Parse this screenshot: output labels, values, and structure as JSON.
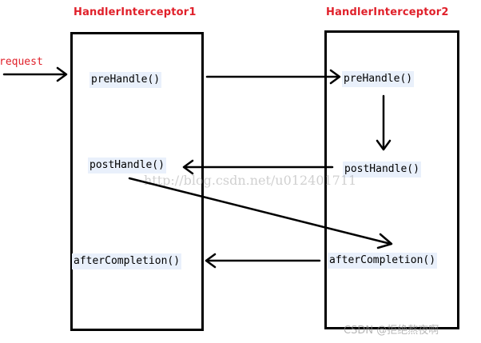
{
  "titles": {
    "left": "HandlerInterceptor1",
    "right": "HandlerInterceptor2"
  },
  "request_label": "request",
  "left_methods": {
    "pre": "preHandle()",
    "post": "postHandle()",
    "after": "afterCompletion()"
  },
  "right_methods": {
    "pre": "preHandle()",
    "post": "postHandle()",
    "after": "afterCompletion()"
  },
  "watermark": "http://blog.csdn.net/u012401711",
  "credit": "CSDN @拒绝熬夜啊",
  "colors": {
    "title": "#e0202a",
    "method_bg": "#e9f0fb",
    "stroke": "#000000"
  }
}
